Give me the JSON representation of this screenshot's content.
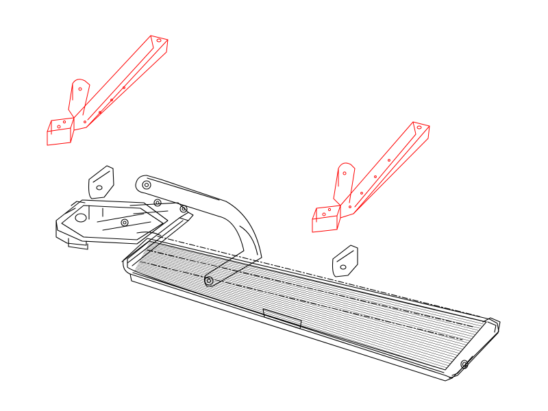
{
  "drawing": {
    "style": "isometric line drawing",
    "colors": {
      "background": "#ffffff",
      "assembly_line": "#000000",
      "highlight_line": "#ff0000"
    },
    "assembly": {
      "name": "retractable-running-board",
      "parts": [
        "step-tread",
        "swing-arm-linkage",
        "pivot-hinge",
        "mounting-plates",
        "end-cap"
      ]
    },
    "highlighted_parts": [
      {
        "name": "left-mounting-bracket",
        "color": "#ff0000"
      },
      {
        "name": "right-mounting-bracket",
        "color": "#ff0000"
      }
    ]
  }
}
